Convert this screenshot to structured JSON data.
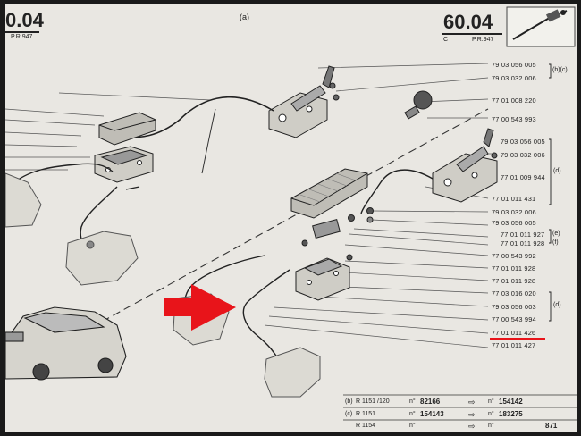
{
  "header": {
    "left_page": "0.04",
    "left_pr": "P.R.947",
    "section_label": "(a)",
    "right_page": "60.04",
    "right_letter": "C",
    "right_pr": "P.R.947"
  },
  "part_numbers": [
    "79 03 056 005",
    "79 03 032 006",
    "77 01 008 220",
    "77 00 543 993",
    "79 03 056 005",
    "79 03 032 006",
    "77 01 009 944",
    "77 01 011 431",
    "79 03 032 006",
    "79 03 056 005",
    "77 01 011 927",
    "77 01 011 928",
    "77 00 543 992",
    "77 01 011 928",
    "77 01 011 928",
    "77 03 016 020",
    "79 03 056 003",
    "77 00 543 994",
    "77 01 011 426",
    "77 01 011 427"
  ],
  "variant_markers": {
    "bc": "(b)(c)",
    "d1": "(d)",
    "e": "(e)",
    "f": "(f)",
    "d2": "(d)"
  },
  "footer_rows": [
    {
      "code": "(b)",
      "model": "R 1151 /120",
      "from": "82166",
      "to": "154142"
    },
    {
      "code": "(c)",
      "model": "R 1151",
      "from": "154143",
      "to": "183275"
    },
    {
      "code": "",
      "model": "R 1154",
      "from": "",
      "to": "871"
    }
  ],
  "footer_prefix": "n°",
  "colors": {
    "highlight": "#e8141a",
    "paper": "#e9e7e2",
    "ink": "#2a2a2a"
  }
}
